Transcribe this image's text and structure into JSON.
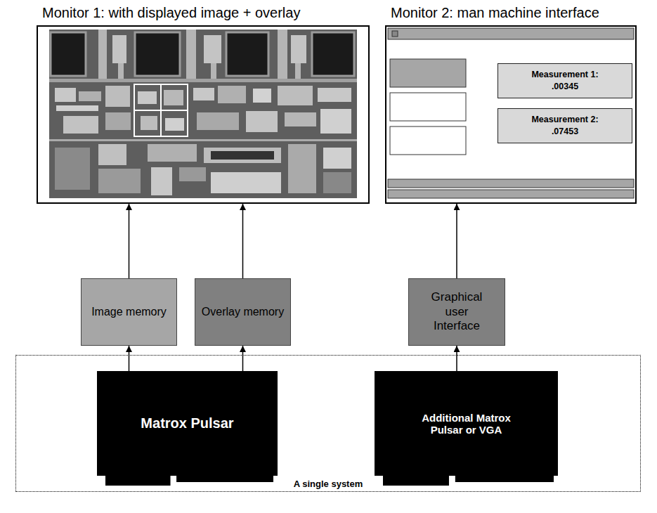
{
  "diagram": {
    "nodes": [
      {
        "text": [
          "Monitor 1: with displayed image + overlay"
        ]
      },
      {
        "text": [
          "Monitor 2: man machine interface"
        ]
      },
      {
        "text": [
          "Measurement 1:",
          ".00345"
        ],
        "in": 1
      },
      {
        "text": [
          "Measurement 2:",
          ".07453"
        ],
        "in": 1
      },
      {
        "text": [
          "Image memory"
        ]
      },
      {
        "text": [
          "Overlay memory"
        ]
      },
      {
        "text": [
          "Graphical user Interface"
        ]
      },
      {
        "text": [
          "A single system"
        ]
      },
      {
        "text": [
          "Matrox Pulsar"
        ],
        "in": 7
      },
      {
        "text": [
          "Additional Matrox Pulsar or VGA"
        ],
        "in": 7
      }
    ],
    "edges": [
      {
        "from": 8,
        "to": 4,
        "arrow": "to"
      },
      {
        "from": 8,
        "to": 5,
        "arrow": "to"
      },
      {
        "from": 4,
        "to": 0,
        "arrow": "to"
      },
      {
        "from": 5,
        "to": 0,
        "arrow": "to"
      },
      {
        "from": 9,
        "to": 6,
        "arrow": "to"
      },
      {
        "from": 6,
        "to": 1,
        "arrow": "to"
      }
    ]
  }
}
